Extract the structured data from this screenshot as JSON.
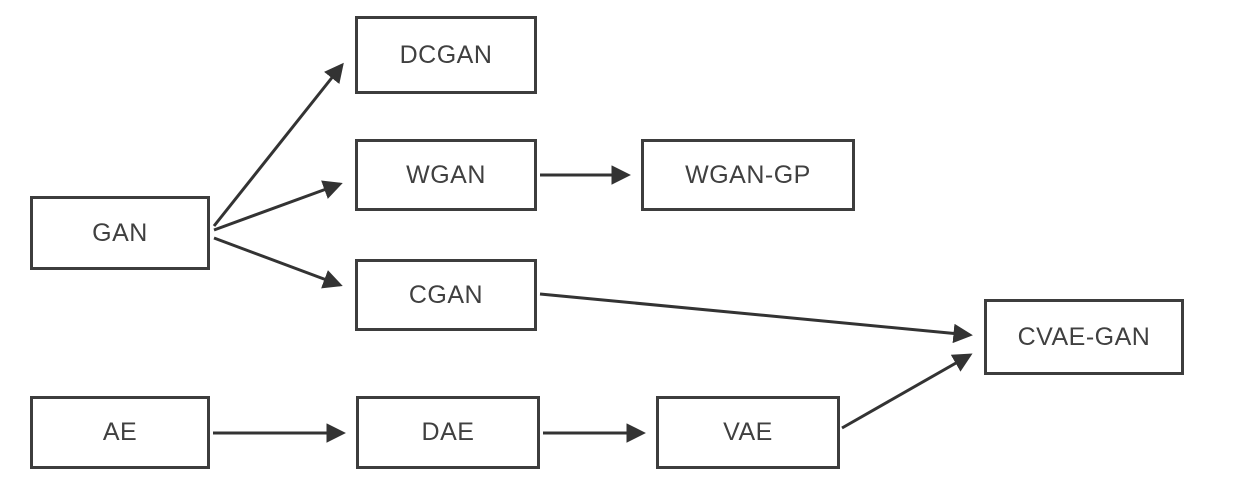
{
  "diagram": {
    "nodes": [
      {
        "id": "gan",
        "label": "GAN"
      },
      {
        "id": "dcgan",
        "label": "DCGAN"
      },
      {
        "id": "wgan",
        "label": "WGAN"
      },
      {
        "id": "wgan-gp",
        "label": "WGAN-GP"
      },
      {
        "id": "cgan",
        "label": "CGAN"
      },
      {
        "id": "cvae-gan",
        "label": "CVAE-GAN"
      },
      {
        "id": "ae",
        "label": "AE"
      },
      {
        "id": "dae",
        "label": "DAE"
      },
      {
        "id": "vae",
        "label": "VAE"
      }
    ],
    "edges": [
      {
        "from": "GAN",
        "to": "DCGAN"
      },
      {
        "from": "GAN",
        "to": "WGAN"
      },
      {
        "from": "GAN",
        "to": "CGAN"
      },
      {
        "from": "WGAN",
        "to": "WGAN-GP"
      },
      {
        "from": "CGAN",
        "to": "CVAE-GAN"
      },
      {
        "from": "AE",
        "to": "DAE"
      },
      {
        "from": "DAE",
        "to": "VAE"
      },
      {
        "from": "VAE",
        "to": "CVAE-GAN"
      }
    ],
    "colors": {
      "box_border": "#3d3d3d",
      "arrow": "#333333",
      "text": "#404040",
      "background": "#ffffff"
    }
  }
}
